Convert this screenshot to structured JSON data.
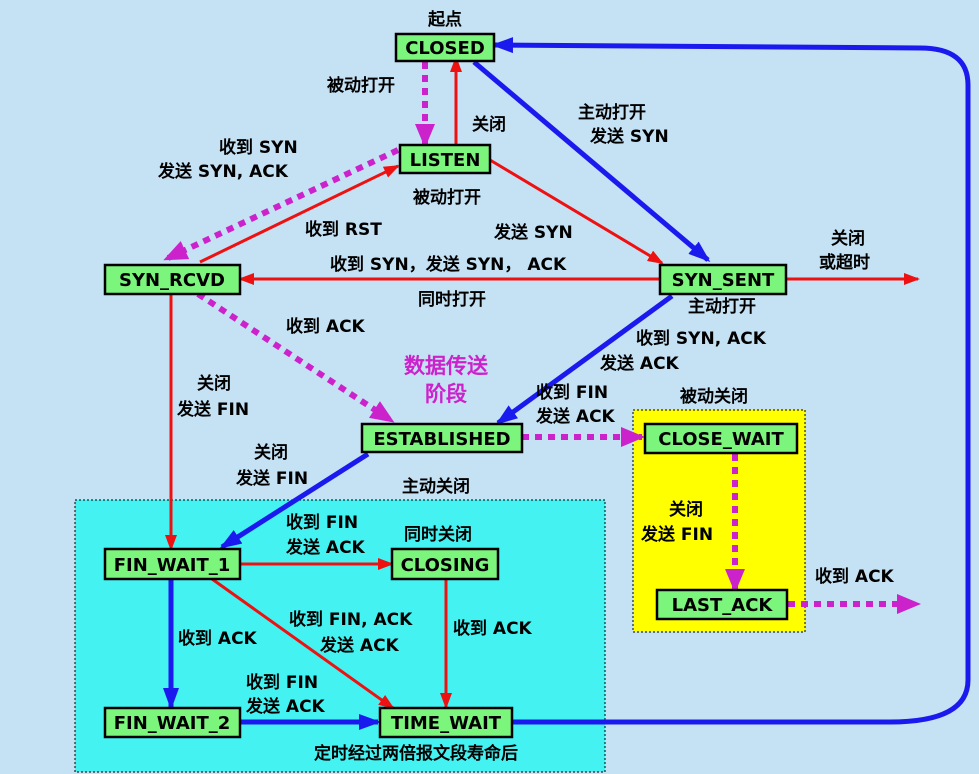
{
  "states": {
    "closed": "CLOSED",
    "listen": "LISTEN",
    "syn_rcvd": "SYN_RCVD",
    "syn_sent": "SYN_SENT",
    "established": "ESTABLISHED",
    "close_wait": "CLOSE_WAIT",
    "last_ack": "LAST_ACK",
    "fin_wait_1": "FIN_WAIT_1",
    "closing": "CLOSING",
    "fin_wait_2": "FIN_WAIT_2",
    "time_wait": "TIME_WAIT"
  },
  "labels": {
    "start": "起点",
    "passive_open_1": "被动打开",
    "close_listen": "关闭",
    "active_open_l1": "主动打开",
    "active_open_l2": "发送 SYN",
    "recv_syn_l1": "收到 SYN",
    "recv_syn_l2": "发送 SYN, ACK",
    "passive_open_2": "被动打开",
    "recv_rst": "收到 RST",
    "send_syn": "发送 SYN",
    "close_timeout_l1": "关闭",
    "close_timeout_l2": "或超时",
    "simul_recv": "收到 SYN，发送 SYN， ACK",
    "simul_open": "同时打开",
    "active_open_3": "主动打开",
    "recv_synack_l1": "收到 SYN, ACK",
    "recv_synack_l2": "发送 ACK",
    "recv_ack_1": "收到 ACK",
    "phase_l1": "数据传送",
    "phase_l2": "阶段",
    "close_sendfin_1_l1": "关闭",
    "close_sendfin_1_l2": "发送 FIN",
    "recv_fin_l1": "收到 FIN",
    "recv_fin_l2": "发送 ACK",
    "passive_close": "被动关闭",
    "close_sendfin_2_l1": "关闭",
    "close_sendfin_2_l2": "发送 FIN",
    "active_close": "主动关闭",
    "fw1_recvfin_l1": "收到 FIN",
    "fw1_recvfin_l2": "发送 ACK",
    "simul_close": "同时关闭",
    "close_sendfin_3_l1": "关闭",
    "close_sendfin_3_l2": "发送 FIN",
    "last_recv_ack": "收到 ACK",
    "fw1_recv_ack": "收到 ACK",
    "finack_l1": "收到 FIN, ACK",
    "finack_l2": "发送 ACK",
    "closing_recv_ack": "收到 ACK",
    "fw2_recvfin_l1": "收到 FIN",
    "fw2_recvfin_l2": "发送 ACK",
    "timer_note": "定时经过两倍报文段寿命后"
  },
  "colors": {
    "background": "#c5e1f4",
    "state_fill": "#7cf57c",
    "client_path": "#1a1aee",
    "server_path": "#cc22cc",
    "other_path": "#ee1111",
    "passive_close_box": "#ffff00",
    "active_close_box": "#44f2f2"
  }
}
